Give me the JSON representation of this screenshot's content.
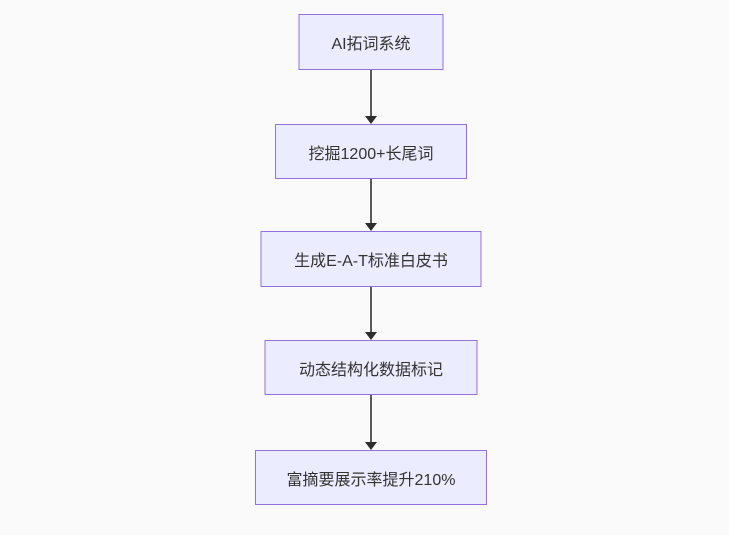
{
  "page": {
    "background_color": "#fafafa"
  },
  "flowchart": {
    "type": "flowchart",
    "direction": "top-down",
    "style": {
      "node_fill": "#ECECFF",
      "node_border": "#9370DB",
      "text_color": "#333333",
      "arrow_color": "#333333"
    },
    "nodes": [
      {
        "id": "n1",
        "label": "AI拓词系统"
      },
      {
        "id": "n2",
        "label": "挖掘1200+长尾词"
      },
      {
        "id": "n3",
        "label": "生成E-A-T标准白皮书"
      },
      {
        "id": "n4",
        "label": "动态结构化数据标记"
      },
      {
        "id": "n5",
        "label": "富摘要展示率提升210%"
      }
    ],
    "edges": [
      {
        "from": "n1",
        "to": "n2"
      },
      {
        "from": "n2",
        "to": "n3"
      },
      {
        "from": "n3",
        "to": "n4"
      },
      {
        "from": "n4",
        "to": "n5"
      }
    ]
  }
}
